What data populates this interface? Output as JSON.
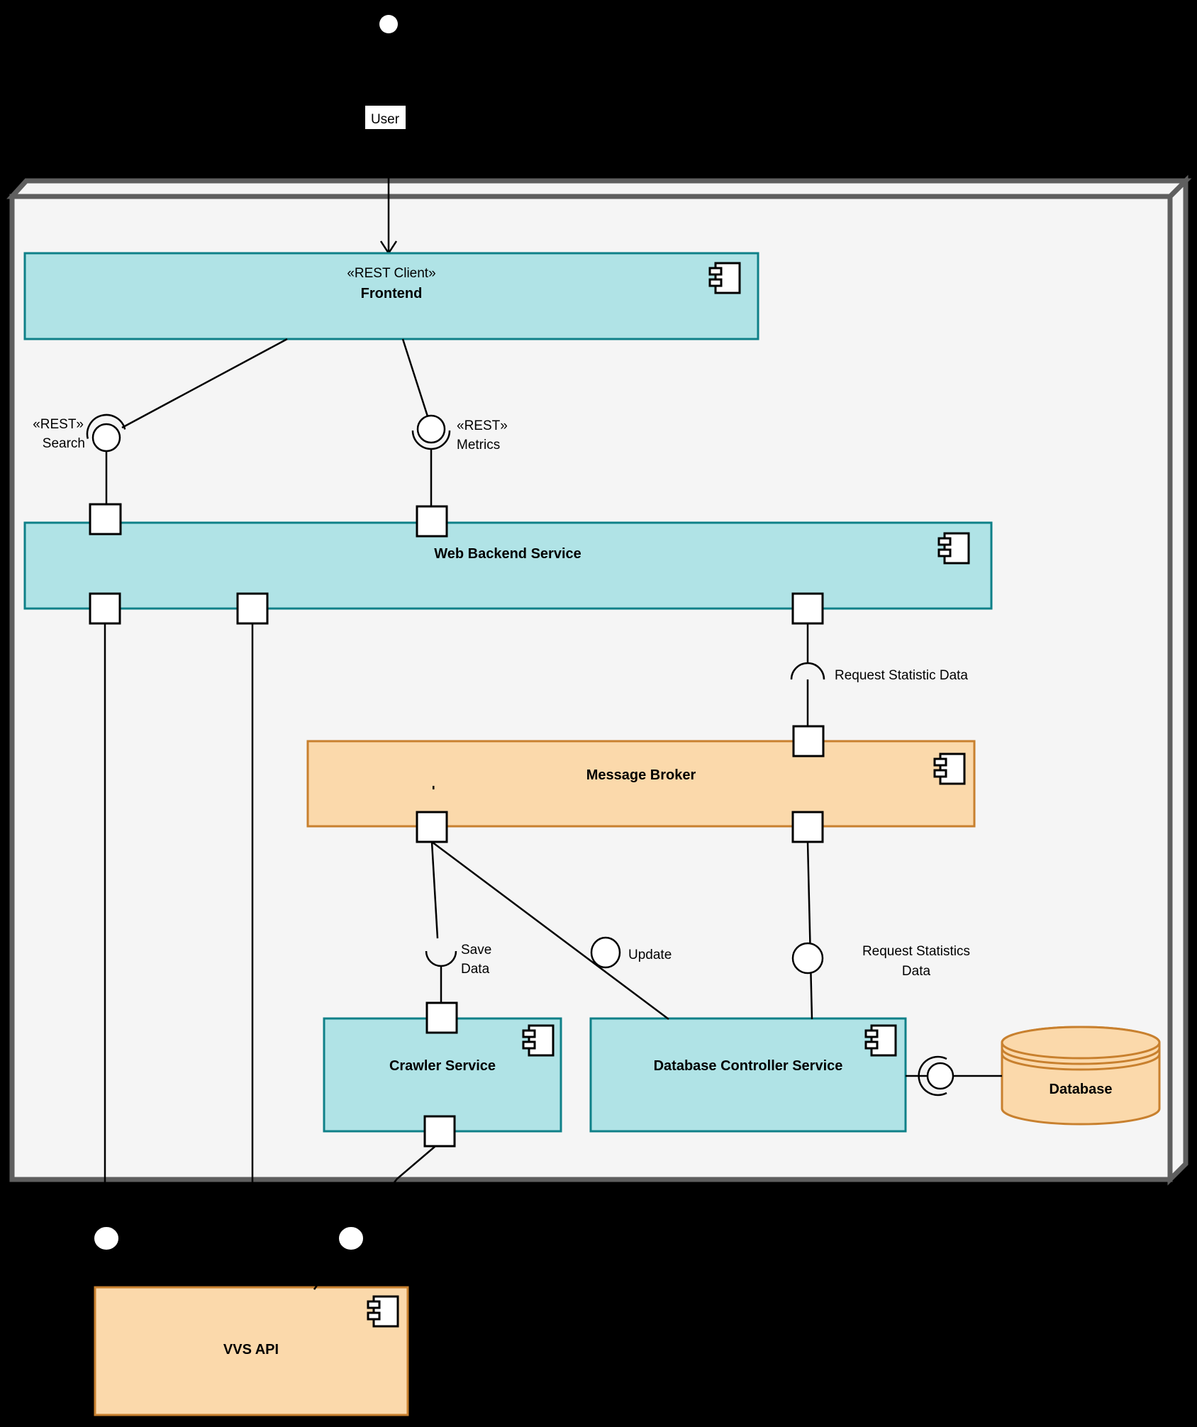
{
  "diagram_type": "UML component diagram",
  "colors": {
    "bg": "#000000",
    "node-fill": "#f5f5f5",
    "node-stroke": "#5f5f5f",
    "teal-fill": "#b0e3e6",
    "teal-stroke": "#0e8088",
    "orange-fill": "#fbd9ab",
    "orange-stroke": "#c8802e",
    "line": "#000000",
    "white": "#ffffff",
    "text": "#000000"
  },
  "actor": {
    "label": "User"
  },
  "components": {
    "frontend": {
      "stereotype": "«REST Client»",
      "name": "Frontend"
    },
    "web_backend": {
      "name": "Web Backend Service"
    },
    "message_broker": {
      "name": "Message Broker"
    },
    "crawler": {
      "name": "Crawler Service"
    },
    "db_controller": {
      "name": "Database Controller Service"
    },
    "vvs_api": {
      "name": "VVS API"
    },
    "database": {
      "name": "Database"
    }
  },
  "interfaces": {
    "search": {
      "stereotype": "«REST»",
      "name": "Search"
    },
    "metrics": {
      "stereotype": "«REST»",
      "name": "Metrics"
    },
    "request_statistic": {
      "name": "Request Statistic Data"
    },
    "save_data": {
      "line1": "Save",
      "line2": "Data"
    },
    "update": {
      "name": "Update"
    },
    "request_statistics": {
      "line1": "Request Statistics",
      "line2": "Data"
    },
    "stray_mark": {
      "name": "."
    }
  }
}
